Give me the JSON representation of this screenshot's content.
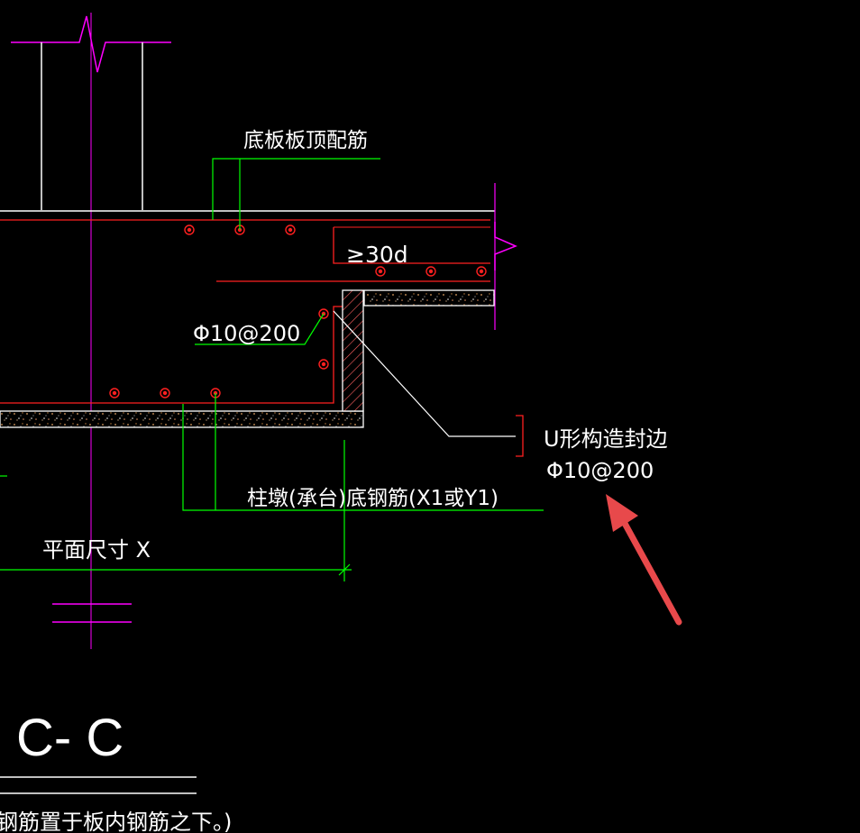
{
  "drawing": {
    "labels": {
      "top_rebar": "底板板顶配筋",
      "anchorage": "≥30d",
      "rebar_left": "Φ10@200",
      "u_edge_title": "U形构造封边",
      "u_edge_spec": "Φ10@200",
      "bottom_rebar": "柱墩(承台)底钢筋(X1或Y1)",
      "plan_dim": "平面尺寸 X",
      "section": "C- C",
      "note_partial": "钢筋置于板内钢筋之下。)"
    },
    "colors": {
      "background": "#000000",
      "outline": "#ffffff",
      "rebar": "#ff2020",
      "leader": "#00ff00",
      "break_line": "#ff00ff",
      "annotation_arrow": "#e8494b"
    }
  }
}
